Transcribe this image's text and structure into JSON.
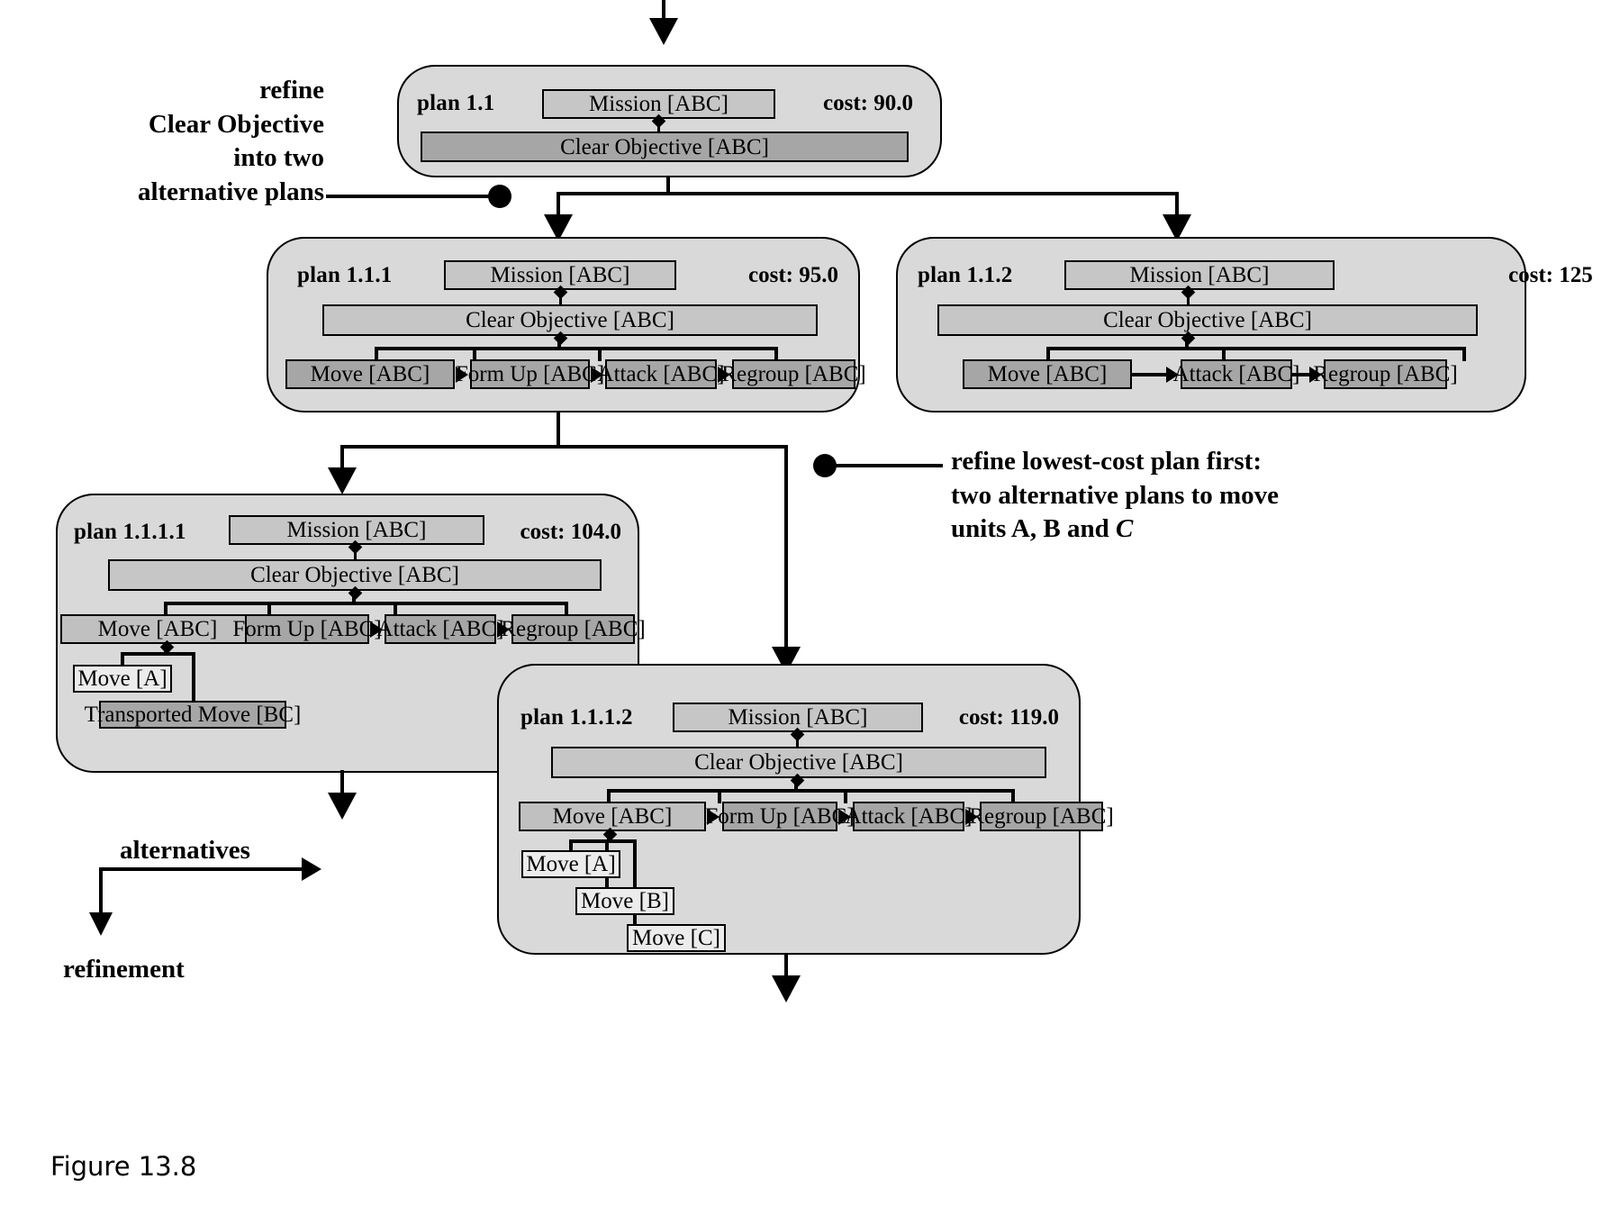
{
  "figure": {
    "caption": "Figure 13.8"
  },
  "annotations": {
    "left": {
      "lines": [
        "refine",
        "Clear Objective",
        "into two",
        "alternative plans"
      ]
    },
    "right": {
      "line1": "refine lowest-cost plan first:",
      "line2": "two alternative plans to move",
      "line3_pre": "units A, B and ",
      "line3_italic": "C"
    }
  },
  "legend": {
    "alternatives": "alternatives",
    "refinement": "refinement"
  },
  "plans": [
    {
      "id": "plan-1-1",
      "label": "plan 1.1",
      "cost": "cost: 90.0",
      "mission": "Mission [ABC]",
      "objective": "Clear Objective [ABC]",
      "tasks": []
    },
    {
      "id": "plan-1-1-1",
      "label": "plan 1.1.1",
      "cost": "cost: 95.0",
      "mission": "Mission [ABC]",
      "objective": "Clear Objective [ABC]",
      "tasks": [
        "Move [ABC]",
        "Form Up [ABC]",
        "Attack [ABC]",
        "Regroup [ABC]"
      ]
    },
    {
      "id": "plan-1-1-2",
      "label": "plan 1.1.2",
      "cost": "cost: 125",
      "mission": "Mission [ABC]",
      "objective": "Clear Objective [ABC]",
      "tasks": [
        "Move [ABC]",
        "Attack [ABC]",
        "Regroup [ABC]"
      ]
    },
    {
      "id": "plan-1-1-1-1",
      "label": "plan 1.1.1.1",
      "cost": "cost: 104.0",
      "mission": "Mission [ABC]",
      "objective": "Clear Objective [ABC]",
      "tasks": [
        "Move [ABC]",
        "Form Up [ABC]",
        "Attack [ABC]",
        "Regroup [ABC]"
      ],
      "subtasks": [
        "Move [A]",
        "Transported Move [BC]"
      ]
    },
    {
      "id": "plan-1-1-1-2",
      "label": "plan 1.1.1.2",
      "cost": "cost: 119.0",
      "mission": "Mission [ABC]",
      "objective": "Clear Objective [ABC]",
      "tasks": [
        "Move [ABC]",
        "Form Up [ABC]",
        "Attack [ABC]",
        "Regroup [ABC]"
      ],
      "subtasks": [
        "Move [A]",
        "Move [B]",
        "Move [C]"
      ]
    }
  ]
}
